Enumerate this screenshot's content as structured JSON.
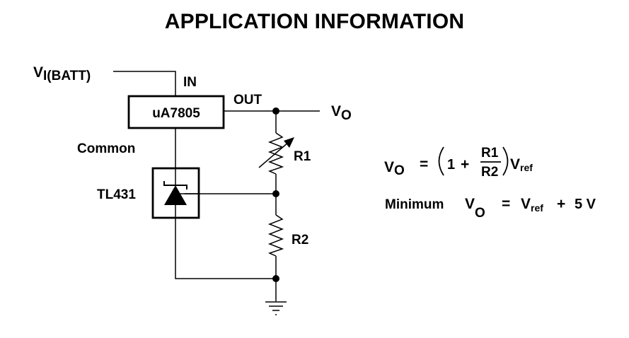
{
  "page": {
    "title": "APPLICATION INFORMATION"
  },
  "circuit": {
    "input": {
      "label_main": "V",
      "label_sub": "I(BATT)"
    },
    "regulator": {
      "name": "uA7805",
      "pin_in": "IN",
      "pin_out": "OUT",
      "pin_common": "Common"
    },
    "reference": {
      "name": "TL431"
    },
    "resistor_1": {
      "name": "R1"
    },
    "resistor_2": {
      "name": "R2"
    },
    "output": {
      "label_main": "V",
      "label_sub": "O"
    }
  },
  "equations": {
    "eq1": {
      "lhs_main": "V",
      "lhs_sub": "O",
      "equals": "=",
      "one": "1",
      "plus": "+",
      "numerator": "R1",
      "denominator": "R2",
      "vref_main": "V",
      "vref_sub": "ref"
    },
    "eq2": {
      "prefix": "Minimum",
      "lhs_main": "V",
      "lhs_sub": "O",
      "equals": "=",
      "vref_main": "V",
      "vref_sub": "ref",
      "plus": "+",
      "value": "5 V"
    }
  },
  "colors": {
    "ink": "#000000",
    "background": "#ffffff"
  }
}
